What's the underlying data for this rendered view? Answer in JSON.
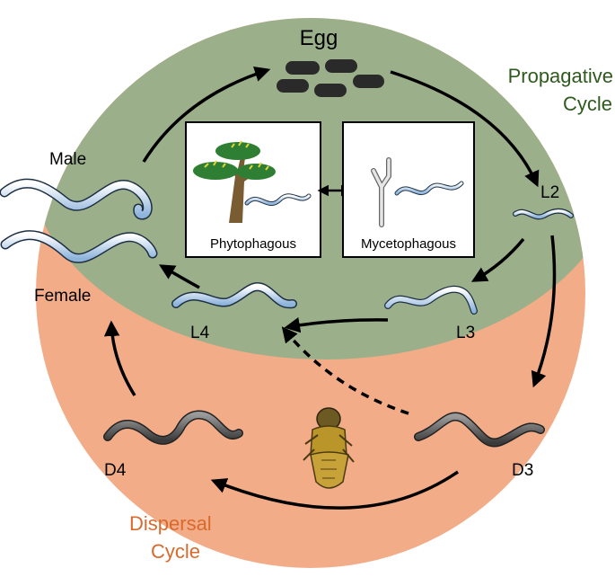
{
  "colors": {
    "propagative_region": "#9bb08a",
    "dispersal_region": "#f2ac87",
    "propagative_text": "#2f5a1d",
    "dispersal_text": "#d86a2e",
    "arrow": "#000000",
    "egg": "#2a2a2a",
    "healthy_worm": "#a9c6e4",
    "dauer_worm": "#4d4d4d",
    "tree_canopy": "#2e7f33",
    "tree_trunk": "#7a5c32",
    "beetle": "#b9952a"
  },
  "labels": {
    "egg": "Egg",
    "l2": "L2",
    "l3": "L3",
    "l4": "L4",
    "d3": "D3",
    "d4": "D4",
    "male": "Male",
    "female": "Female",
    "phytophagous": "Phytophagous",
    "mycetophagous": "Mycetophagous",
    "propagative_line1": "Propagative",
    "propagative_line2": "Cycle",
    "dispersal_line1": "Dispersal",
    "dispersal_line2": "Cycle"
  },
  "icons": {
    "egg": "egg-icon",
    "tree": "tree-icon",
    "fungus": "fungus-hypha-icon",
    "beetle": "beetle-vector-icon",
    "nematode": "nematode-icon"
  }
}
